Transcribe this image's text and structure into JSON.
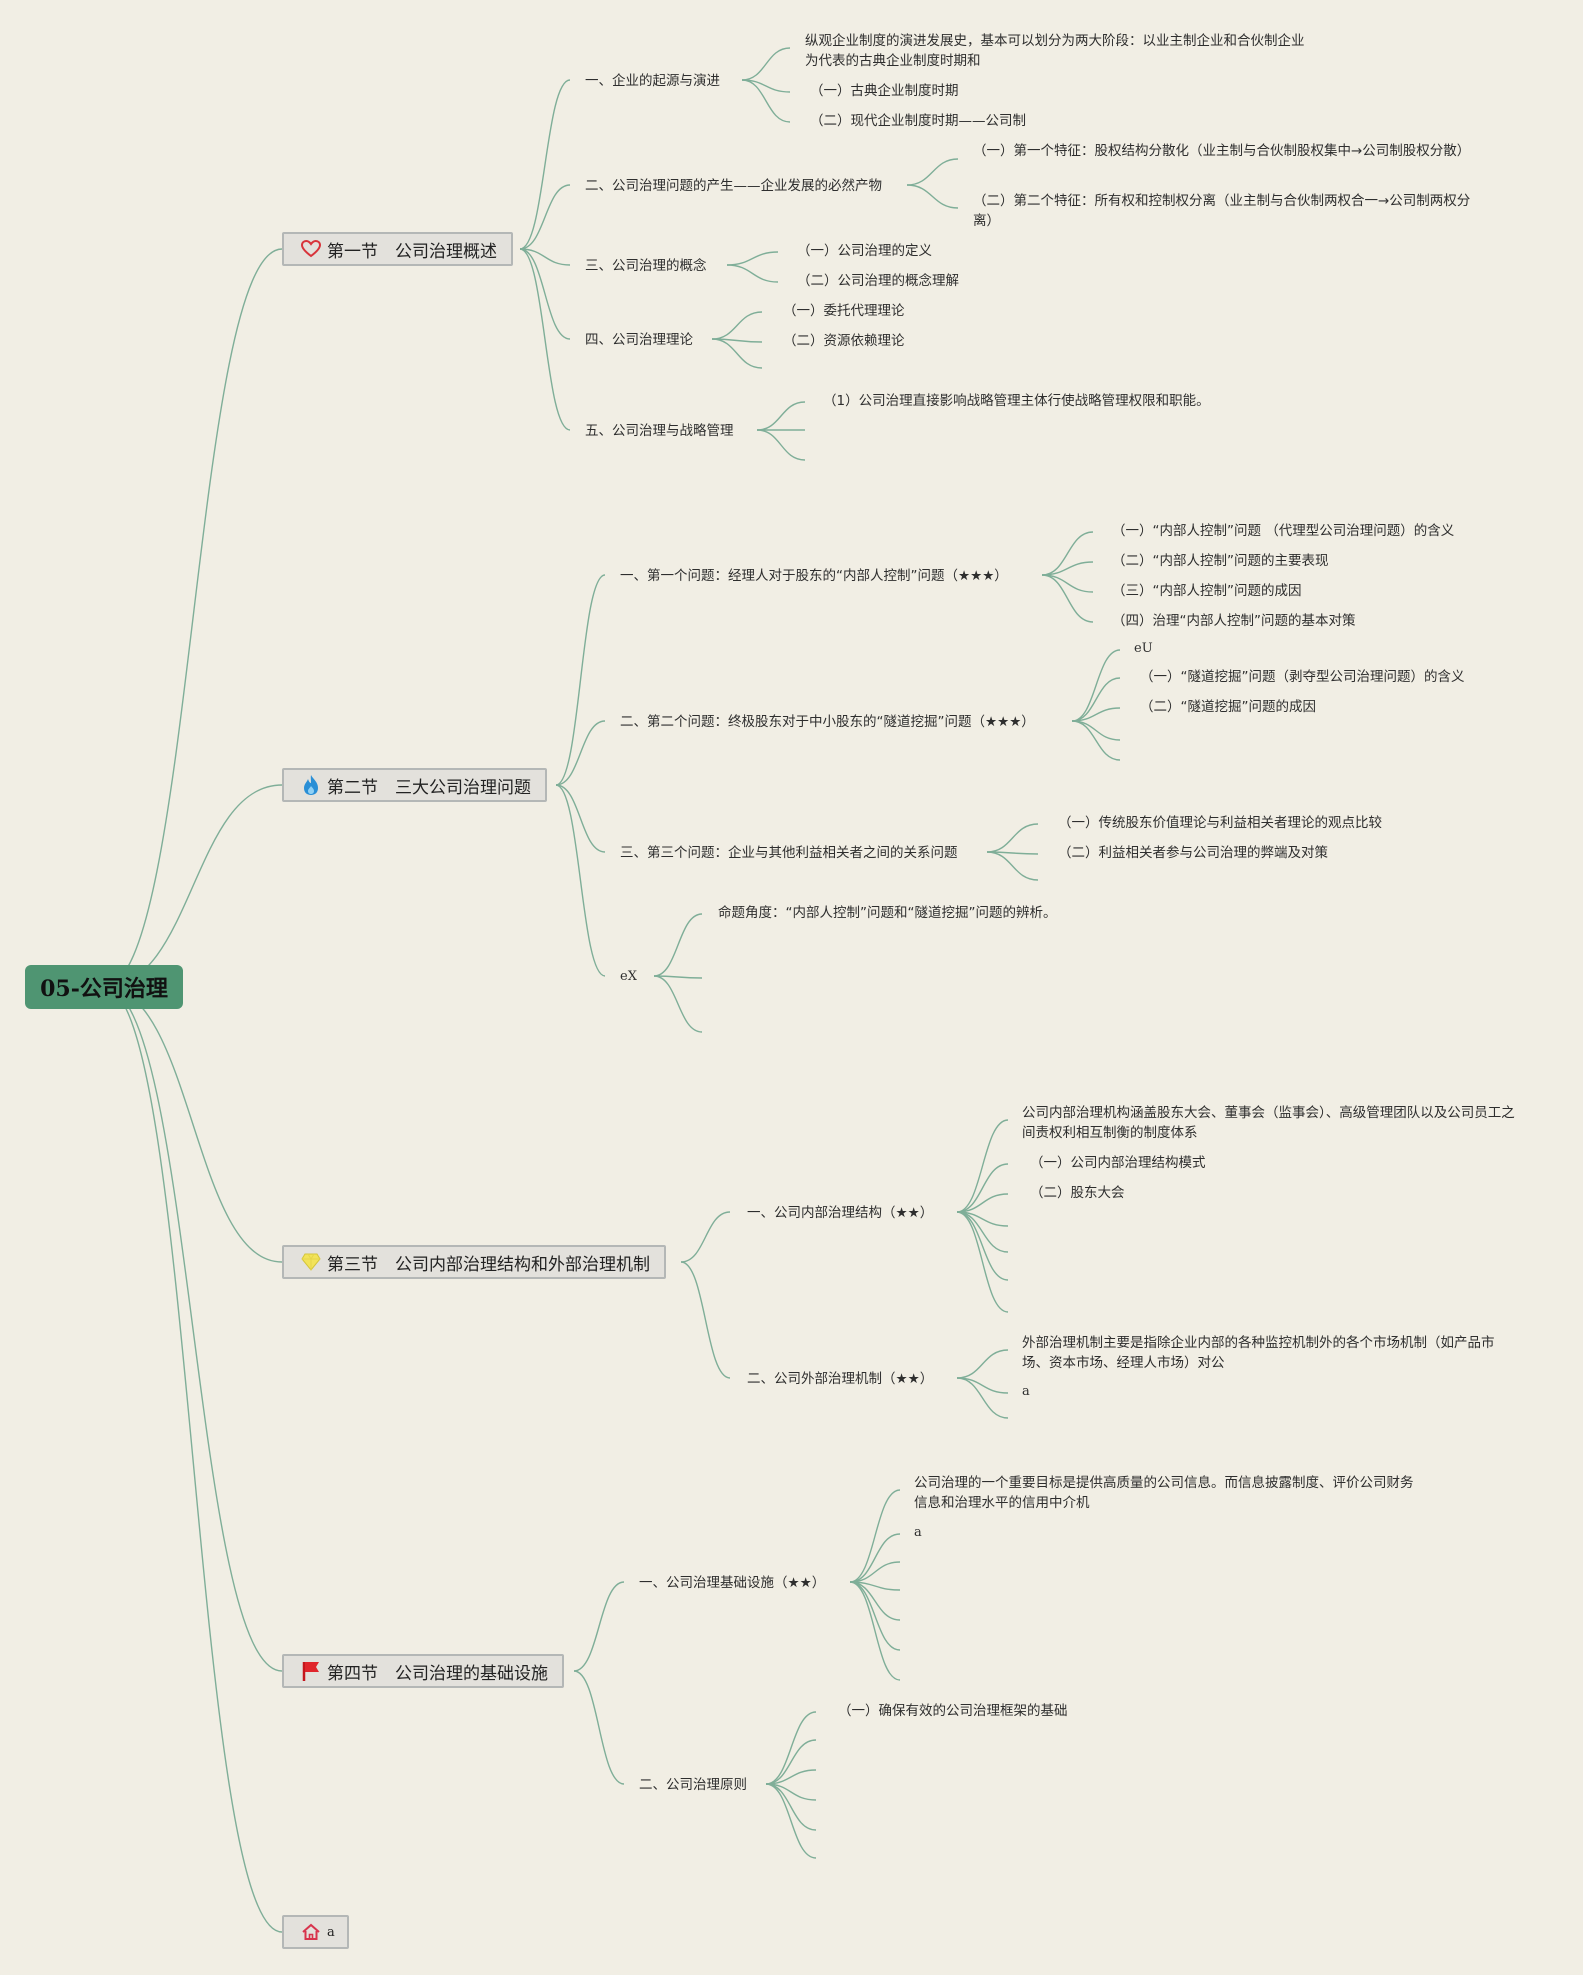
{
  "root": {
    "label": "05-公司治理"
  },
  "sections": [
    {
      "id": "s1",
      "label": "第一节　公司治理概述",
      "icon": "heart-icon",
      "topics": [
        {
          "label": "一、企业的起源与演进",
          "leaves": [
            "纵观企业制度的演进发展史，基本可以划分为两大阶段：以业主制企业和合伙制企业为代表的古典企业制度时期和",
            "（一）古典企业制度时期",
            "（二）现代企业制度时期——公司制"
          ]
        },
        {
          "label": "二、公司治理问题的产生——企业发展的必然产物",
          "leaves": [
            "（一）第一个特征：股权结构分散化（业主制与合伙制股权集中→公司制股权分散）",
            "（二）第二个特征：所有权和控制权分离（业主制与合伙制两权合一→公司制两权分离）"
          ]
        },
        {
          "label": "三、公司治理的概念",
          "leaves": [
            "（一）公司治理的定义",
            "（二）公司治理的概念理解"
          ]
        },
        {
          "label": "四、公司治理理论",
          "leaves": [
            "（一）委托代理理论",
            "（二）资源依赖理论"
          ]
        },
        {
          "label": "五、公司治理与战略管理",
          "leaves": [
            "（1）公司治理直接影响战略管理主体行使战略管理权限和职能。"
          ]
        }
      ]
    },
    {
      "id": "s2",
      "label": "第二节　三大公司治理问题",
      "icon": "flame-icon",
      "topics": [
        {
          "label": "一、第一个问题：经理人对于股东的“内部人控制”问题（★★★）",
          "leaves": [
            "（一）“内部人控制”问题 （代理型公司治理问题）的含义",
            "（二）“内部人控制”问题的主要表现",
            "（三）“内部人控制”问题的成因",
            "（四）治理“内部人控制”问题的基本对策"
          ]
        },
        {
          "label": "二、第二个问题：终极股东对于中小股东的“隧道挖掘”问题（★★★）",
          "leaves": [
            "eU",
            "（一）“隧道挖掘”问题（剥夺型公司治理问题）的含义",
            "（二）“隧道挖掘”问题的成因"
          ]
        },
        {
          "label": "三、第三个问题：企业与其他利益相关者之间的关系问题",
          "leaves": [
            "（一）传统股东价值理论与利益相关者理论的观点比较",
            "（二）利益相关者参与公司治理的弊端及对策"
          ]
        },
        {
          "label": "eX",
          "leaves": [
            "命题角度：“内部人控制”问题和“隧道挖掘”问题的辨析。"
          ]
        }
      ]
    },
    {
      "id": "s3",
      "label": "第三节　公司内部治理结构和外部治理机制",
      "icon": "gem-icon",
      "topics": [
        {
          "label": "一、公司内部治理结构（★★）",
          "leaves": [
            "公司内部治理机构涵盖股东大会、董事会（监事会）、高级管理团队以及公司员工之间责权利相互制衡的制度体系",
            "（一）公司内部治理结构模式",
            "（二）股东大会"
          ]
        },
        {
          "label": "二、公司外部治理机制（★★）",
          "leaves": [
            "外部治理机制主要是指除企业内部的各种监控机制外的各个市场机制（如产品市场、资本市场、经理人市场）对公",
            "a"
          ]
        }
      ]
    },
    {
      "id": "s4",
      "label": "第四节　公司治理的基础设施",
      "icon": "flag-icon",
      "topics": [
        {
          "label": "一、公司治理基础设施（★★）",
          "leaves": [
            "公司治理的一个重要目标是提供高质量的公司信息。而信息披露制度、评价公司财务信息和治理水平的信用中介机",
            "a"
          ]
        },
        {
          "label": "二、公司治理原则",
          "leaves": [
            "（一）确保有效的公司治理框架的基础"
          ]
        }
      ]
    },
    {
      "id": "s5",
      "label": "a",
      "icon": "home-icon",
      "topics": []
    }
  ]
}
